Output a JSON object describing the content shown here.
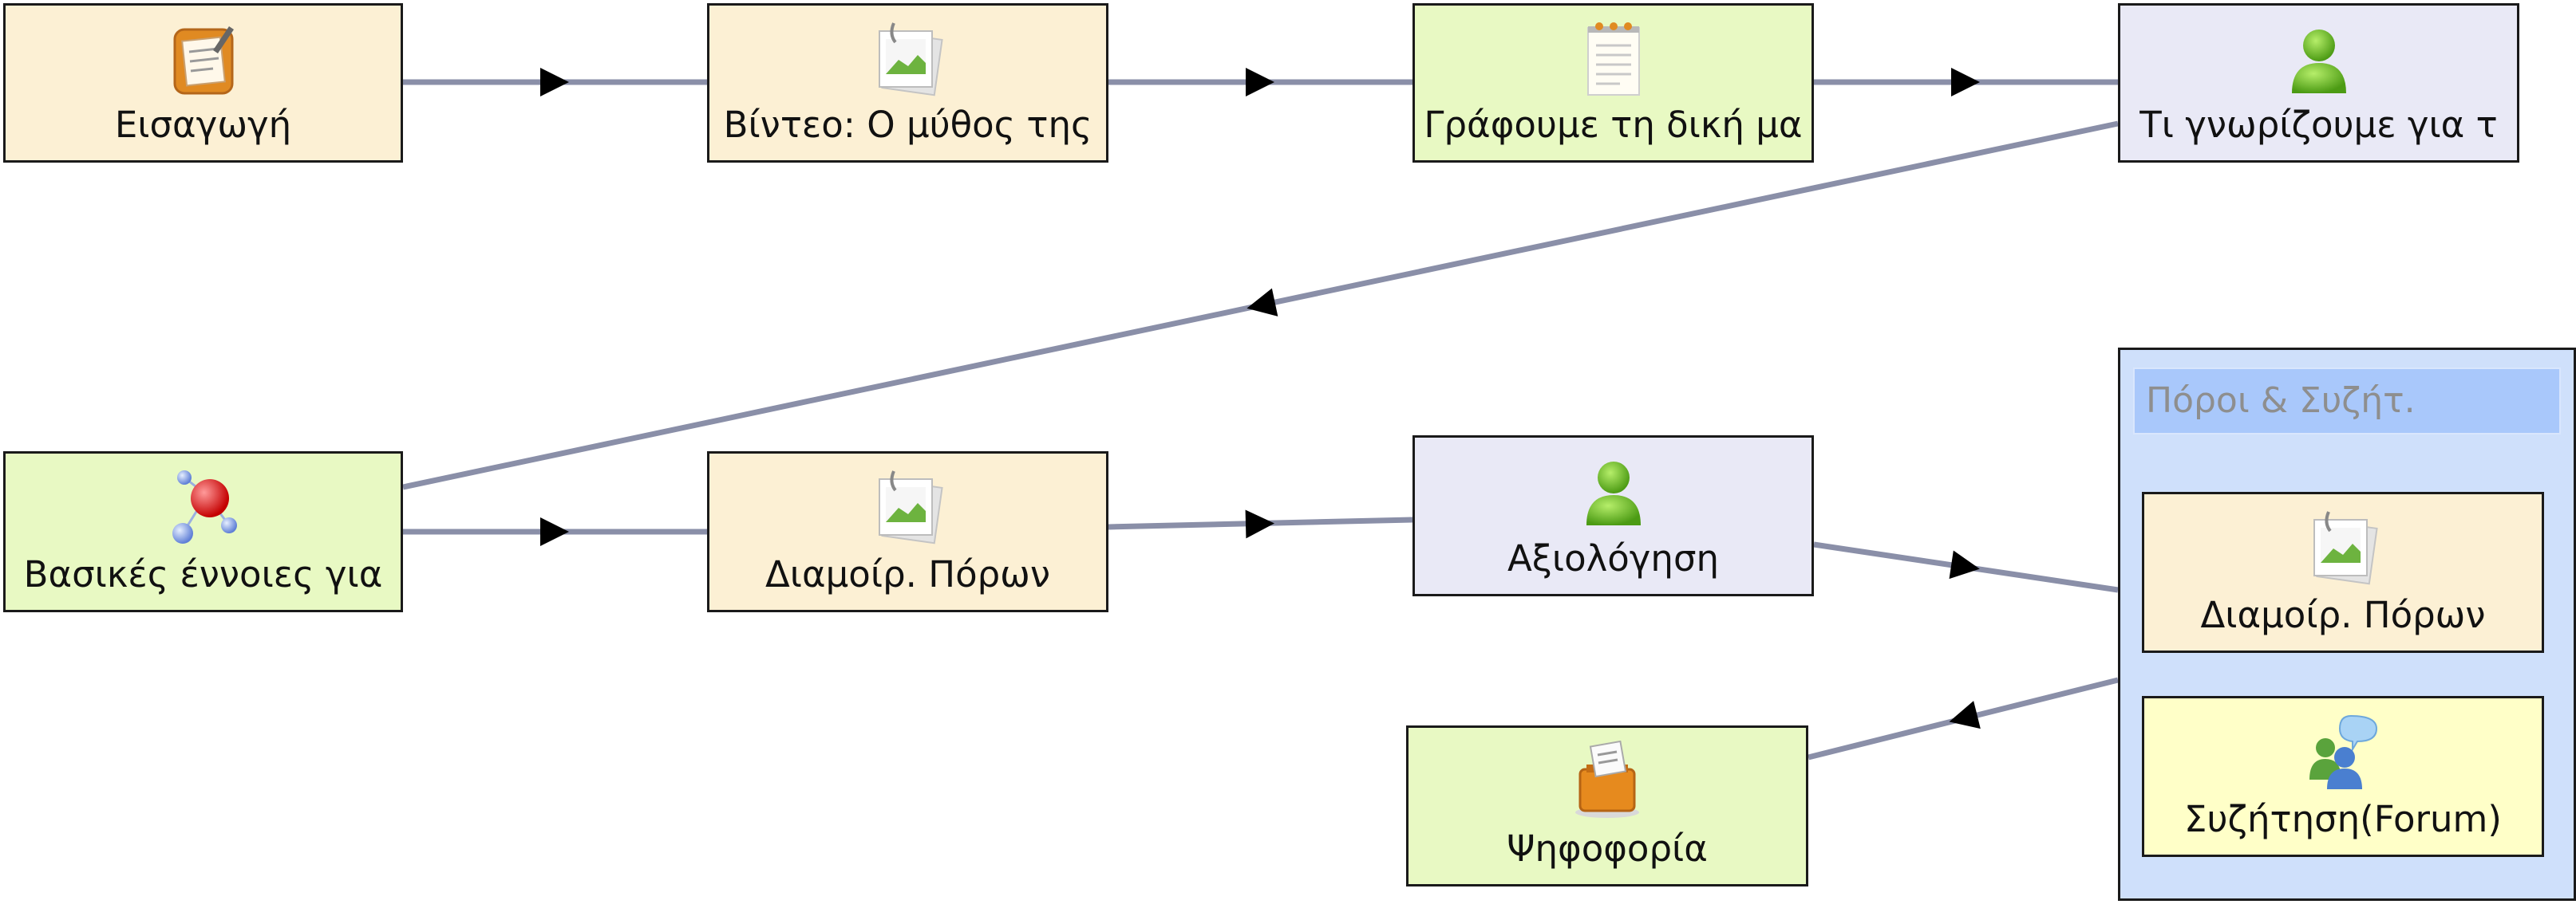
{
  "nodes": {
    "intro": {
      "label": "Εισαγωγή",
      "icon": "notepad-icon"
    },
    "video1": {
      "label": "Βίντεο: Ο μύθος της",
      "icon": "image-icon"
    },
    "write": {
      "label": "Γράφουμε τη δική μα",
      "icon": "document-icon"
    },
    "know": {
      "label": "Τι γνωρίζουμε για τ",
      "icon": "person-icon"
    },
    "basics": {
      "label": "Βασικές έννοιες για",
      "icon": "molecule-icon"
    },
    "resources1": {
      "label": "Διαμοίρ. Πόρων",
      "icon": "image-icon"
    },
    "assessment": {
      "label": "Αξιολόγηση",
      "icon": "person-icon"
    },
    "vote": {
      "label": "Ψηφοφορία",
      "icon": "ballot-box-icon"
    }
  },
  "group": {
    "title": "Πόροι & Συζήτ.",
    "resources2": {
      "label": "Διαμοίρ. Πόρων",
      "icon": "image-icon"
    },
    "forum": {
      "label": "Συζήτηση(Forum)",
      "icon": "chat-users-icon"
    }
  },
  "colors": {
    "peach": "#fcf0d4",
    "green": "#e8f9c3",
    "lavender": "#e9e9f6",
    "yellow": "#ffffc8",
    "group": "#cfe0fb",
    "link": "#8a8fa8"
  }
}
